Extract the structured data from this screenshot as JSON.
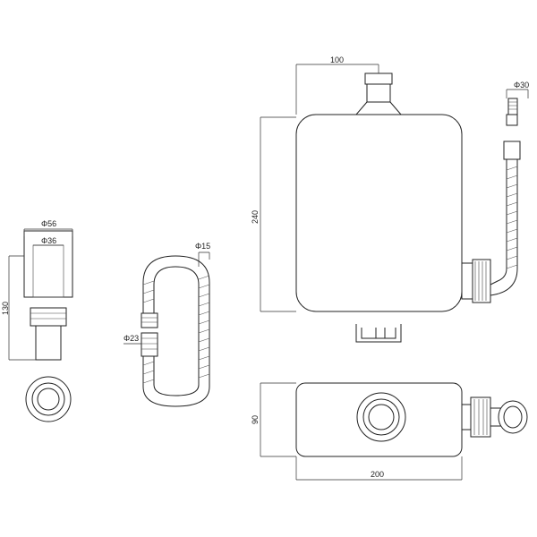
{
  "dimensions": {
    "outlet_width": "100",
    "tank_height": "240",
    "base_height": "90",
    "base_width": "200",
    "hose_top_dia": "Φ30",
    "adapter_outer_dia": "Φ56",
    "adapter_inner_dia": "Φ36",
    "adapter_height": "130",
    "hose_dia": "Φ15",
    "connector_dia": "Φ23"
  }
}
